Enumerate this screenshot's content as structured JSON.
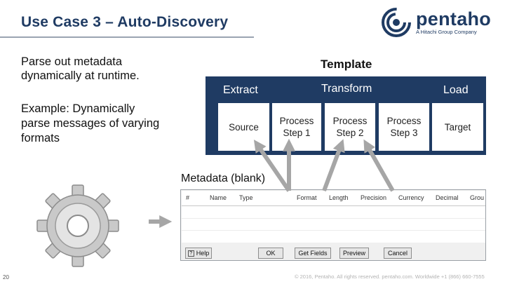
{
  "slide": {
    "title": "Use Case 3 – Auto-Discovery",
    "intro": "Parse out metadata dynamically at runtime.",
    "example": "Example: Dynamically parse messages of varying formats",
    "page_number": "20",
    "footer": "© 2016, Pentaho. All rights reserved. pentaho.com. Worldwide +1 (866) 660-7555"
  },
  "logo": {
    "word": "pentaho",
    "tagline": "A Hitachi Group Company",
    "icon": "pentaho-swirl-icon",
    "color": "#1f3b63"
  },
  "diagram": {
    "template_label": "Template",
    "stages": {
      "extract": "Extract",
      "transform": "Transform",
      "load": "Load"
    },
    "steps": [
      "Source",
      "Process Step 1",
      "Process Step 2",
      "Process Step 3",
      "Target"
    ],
    "panel_color": "#1f3b63",
    "metadata_label": "Metadata (blank)"
  },
  "dialog": {
    "columns": [
      "#",
      "Name",
      "Type",
      "Format",
      "Length",
      "Precision",
      "Currency",
      "Decimal",
      "Grou"
    ],
    "buttons": {
      "help": "Help",
      "ok": "OK",
      "get_fields": "Get Fields",
      "preview": "Preview",
      "cancel": "Cancel"
    }
  },
  "icons": {
    "gear": "gear-icon",
    "arrow": "arrow-right-icon"
  }
}
